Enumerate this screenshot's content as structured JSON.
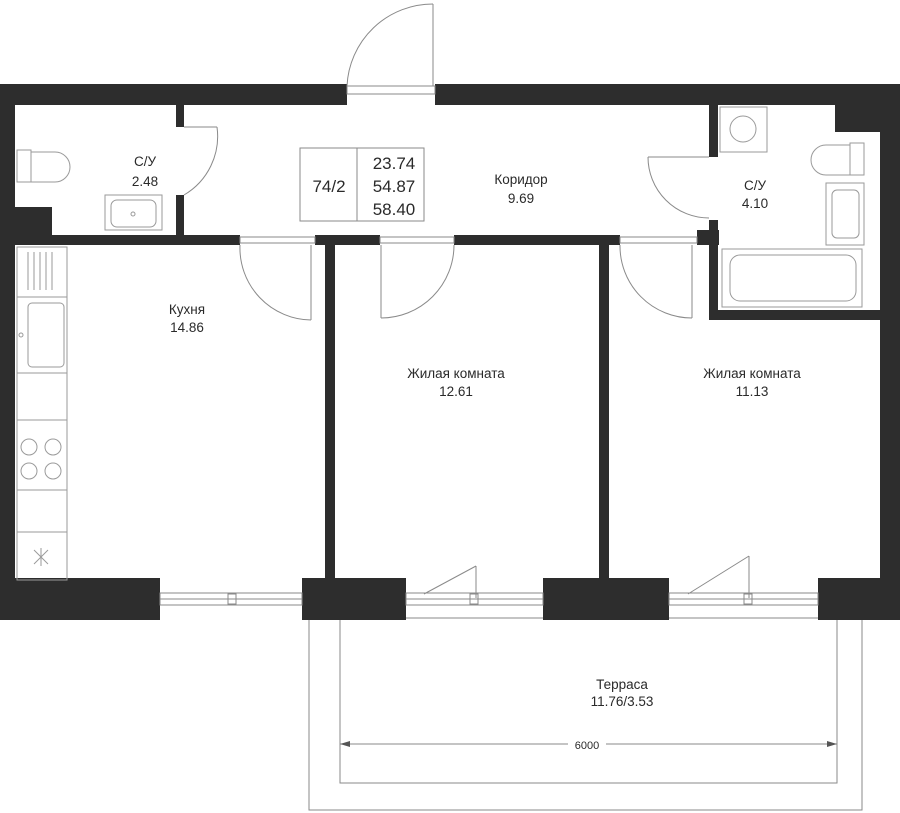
{
  "apartment": {
    "number": "74/2",
    "areas": [
      "23.74",
      "54.87",
      "58.40"
    ]
  },
  "rooms": {
    "bath1": {
      "name": "С/У",
      "area": "2.48"
    },
    "corridor": {
      "name": "Коридор",
      "area": "9.69"
    },
    "bath2": {
      "name": "С/У",
      "area": "4.10"
    },
    "kitchen": {
      "name": "Кухня",
      "area": "14.86"
    },
    "living1": {
      "name": "Жилая комната",
      "area": "12.61"
    },
    "living2": {
      "name": "Жилая комната",
      "area": "11.13"
    },
    "terrace": {
      "name": "Терраса",
      "area": "11.76/3.53"
    }
  },
  "dimension": {
    "width_label": "6000"
  },
  "colors": {
    "wall": "#2d2d2d",
    "line": "#8a8a8a",
    "background": "#ffffff"
  }
}
